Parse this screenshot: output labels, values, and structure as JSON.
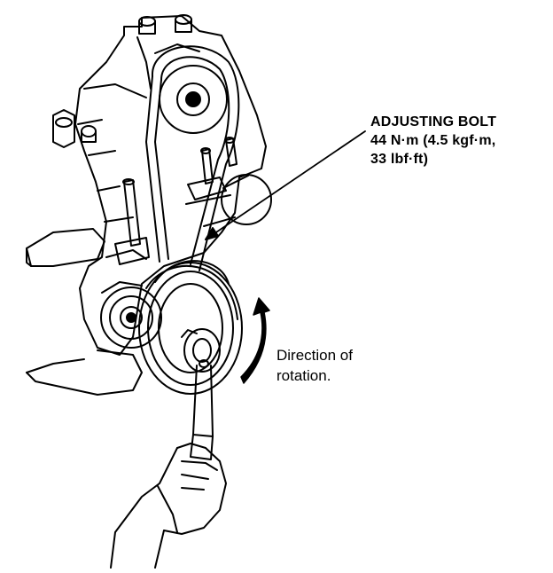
{
  "callout": {
    "title": "ADJUSTING BOLT",
    "torque_line1": "44 N·m (4.5 kgf·m,",
    "torque_line2": "33 lbf·ft)"
  },
  "rotation_label": {
    "line1": "Direction of",
    "line2": "rotation."
  }
}
